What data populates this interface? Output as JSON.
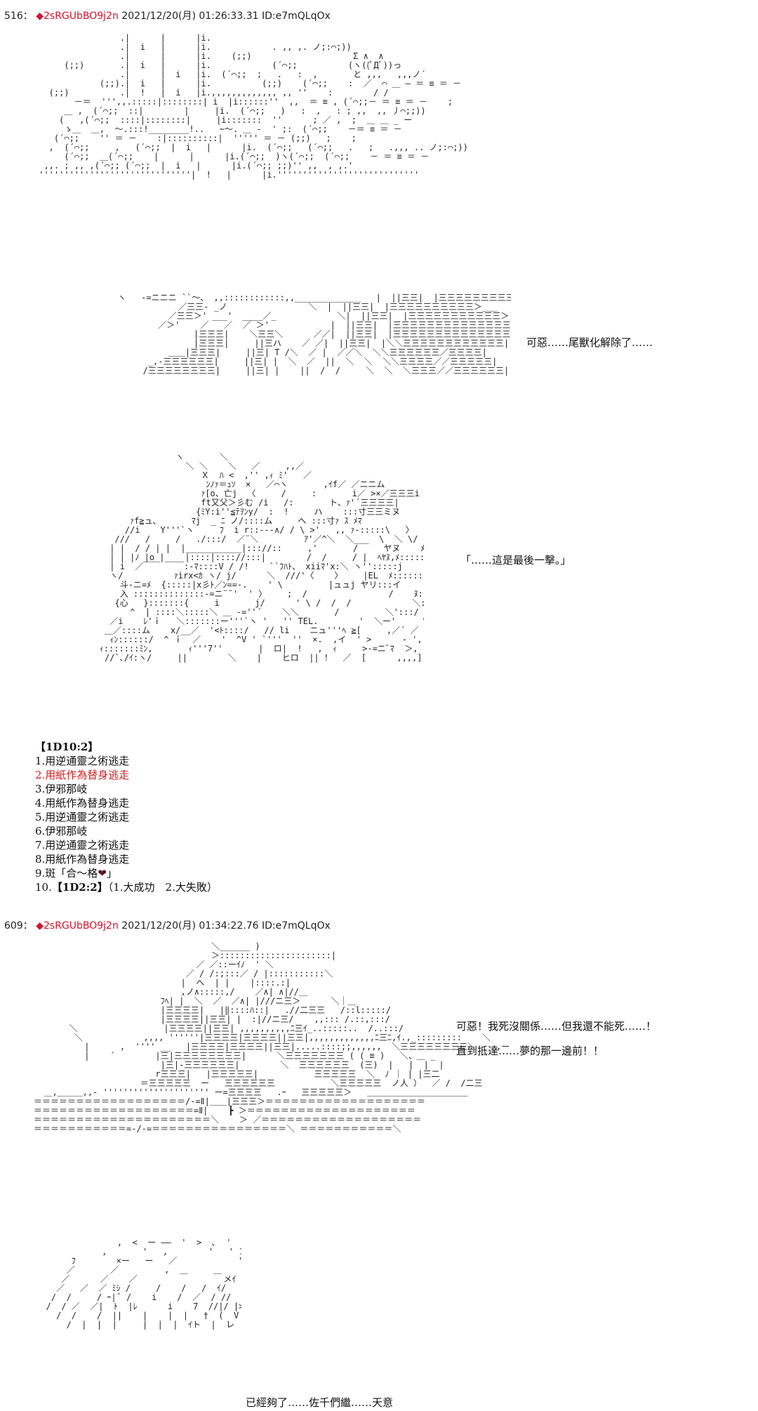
{
  "posts": [
    {
      "number": "516",
      "separator": "：",
      "diamond": "◆",
      "trip": "2sRGUbBO9j2n",
      "datetime": "2021/12/20(月) 01:26:33.31",
      "id": "ID:e7mQLqOx"
    },
    {
      "number": "609",
      "separator": "：",
      "diamond": "◆",
      "trip": "2sRGUbBO9j2n",
      "datetime": "2021/12/20(月) 01:34:22.76",
      "id": "ID:e7mQLqOx"
    }
  ],
  "dialogue": {
    "line1": "可惡……尾獸化解除了……",
    "line2": "「……這是最後一擊。」",
    "line3a": "可惡！我死沒關係……但我還不能死……！",
    "line3b": "直到抵達……夢的那一邊前！！",
    "line4": "已經夠了……佐千們繼……天意"
  },
  "choices": {
    "title": "【1D10:2】",
    "items": [
      "1.用逆通靈之術逃走",
      "2.用紙作為替身逃走",
      "3.伊邪那岐",
      "4.用紙作為替身逃走",
      "5.用逆通靈之術逃走",
      "6.伊邪那岐",
      "7.用逆通靈之術逃走",
      "8.用紙作為替身逃走",
      "9.斑「合～格",
      "10."
    ],
    "item9_tail": "」",
    "heart": "❤",
    "item10_dice": "【1D2:2】",
    "item10_tail": "（1.大成功　2.大失敗）"
  },
  "ascii": {
    "scene1": "                 .|      |      |i.\n                 .|  i   |      |i.            . ,, ,. ノ;:⌒;))\n                 .|      |      |i.    (;;)                    Σ ∧  ∧\n      (;;)       .|  i   |      |i.            (´⌒;;          (ヽ((ﾟДﾟ))っ\n                 .|      |  i   |i.  (´⌒;;  ;   .   :  ,       と ,,,   ,,,ノ´\n             (;;).|  i   |      |i.          (;;)    (´⌒;;    :  ／  ⌒ ＿ ― ＝ ≡ ＝ －\n   (;;)          .|  !   |  i   |i.,,,,,,,,,,,,, ,, ''    :        / /\n        －＝  ''',,.:::::|::::::::| i  |i::::::''  ,,  ＝ ≡ , (´⌒;;－ ＝ ≡ ＝ －    ;\n      ＿ ,  (´⌒;;  ::|        |     |i.  (´⌒;;   )   :  ,   : ; ,,  ,, 丿⌒;;))\n     (   ,(´⌒;;  ::::|::::::::|     |i:::::::  ''      ; ／ ,  ;  ＿ ＿ _ ー\n      ゝ＿  ＿,  ～.:::!________!..   ~～. ＿ ‐  ' ;:  (´⌒;;    －＝ ≡ ＝ －\n    (´⌒;;    '' ＝ －    :|::::::::::|  ''''' ＝ － (;;)   ;    ;\n   ,  (´⌒;;     ,   (´⌒;;  |  i   |      |i.  (´⌒;;   (´⌒;;   .   ;   .,,, .. ノ;:⌒;))\n      (´⌒;;  ＿(´⌒;;    |      |      |i.(´⌒;;  )ヽ(´⌒;;  (´⌒;;    － ＝ ≡ ＝ －\n  ,,. ; ,, ,(´⌒;; (´⌒;;  |  i   |      |i.(´⌒;; ;;)'' ,,  , ,.'\n ''''''''''''''''''''''''''''''|  !   |      |i.''''''''''''''''''''''''''''",
    "scene2": "           ヽ   ‐=ニニニ ``～、 ,,::::::::::::,,_____________   |  ||三三|  |三三三三三三三三三|\n                       ／三三‐ _ノ                ＼  |  ||三三|  |三三三三三三三三三三＞___\n                     ／三三＞' ___'  ____／_            ＼|  ||三三|  |三三三三三三三三三三三＞))___\n                   ／＞'    ／   ／  ／ ＞'            |  ||三三|  |三三三三三三三三三三三三三三|\n                          |三三三|    ＼三三＼      ／／|  ||三三|  |三三三三三三三三三三三三三三|\n                          |三三三|     ||三ハ    ／ ／|  ||三三|  |＼＼三三三三三三三三三三三三|\n                     ＿＿|三三三|     ||三| T /＼  ／ |  ／／＼  ＼＼三三三三三三／三三三三|\n                 _,-三三三三三三|     ||三| |  ＼  ／  ||  ＼  ＼  ＼＼三三三三／／三三三三三|\n                /三三三三三三三三|     ||三| |    ||  /  /     ＼  ＼  ＼三三三／／三三三三三三|",
    "scene3": "                       ヽ       ＼\n                         ＼ ＼    ＼   ／     ,,／\n                            Ｘ  ﾊ <  ,'' ,ｨ ﾐ'   ／\n                             ﾝﾉｧ＝ｭｿ  ×   ／⌒ヽ       ,ｲf／ ／ニニム\n                            ｧ[o、亡j  〈     /     :       i／ >×／三三三i\n                            ft又父＞彡む /i   /:       ト、ｧ'´三三三三|\n                           {ﾐY:i''≦ﾃｦﾝy/  :  !     ハ    :::寸三三ミヌ\n              ｧf≧ュ、      ﾏj  _ ﾆ ノ/::::ム     ヘ :::寸ｧ ｽ ﾒﾏ\n             //i    Y'''`ヽ     ﾌ  i r::---∧/ / \\ >'   ,, ｧ‐:::::\\   〉\n           ///   /     /   ./:::/  ／¨＼         ｱ'／^＼  ＼___  \\  ＼ \\/\n          | |  / / | |  |___________|::://::     ,'       /     ヤヌ    ﾒ:::::\\\n          | | |ﾉ |o |___ |::::|:::://:::|        /  /     / |  ﾍﾔﾇ,ﾒ:::::'`'::::'\n          | i  ／￣￣   ￣:‐ﾏ::::V / /!    ``ﾌﾊﾄ、 xiiﾏ'x:＼ ヽ'':::::j\n          ヽ/          ｧirx<ｶ ヽ/ j/      ＼  ///'〈    〉    |EL  ﾒ::::::レ:::::\n            斗‐ニ=ﾒ  {:::::|x彡ﾄ／ﾝ==‐.    ' \\         |ュュj ヤリ:::イ\n            入 ::::::::::::::‐=ニ¨¨'  ' 〉    ;  /                /    ﾇ::::::|\n           {心   }:::::::{     i       j/      ' \\ /  /  /            ＼::::ﾘ\n              ^  | ::::＼:::::＼ ＿ -=''´    ＼＼       /         ＼':::/\n          ／i    ﾚ'ｉ   ＼:::::::ー'''`ヽ '   '' TEL.        '  ＼ー'     ' ､'i'ヾﾇ\n         ＿／::::ム    x/__／  '<ﾄ::::/   // li    ニュ'''ﾍ ≧[     ,／´ ／    /\n          ｨﾝ::::::/  ^ ｉ  ／    '  ^V ' `'''  ''  ×.  ,イ  ' >      ‐ ',           ,/^ヽ\n        ｨ:::::::ﾐﾝ,       ｨ'''7''       |  ロ|  !   ,  ｨ     >‐=ニﾞﾏ  ＞,  ＼\n         //`､/ｲ:ヽ/     ||        ＼    |    ヒロ  || ！  ／  [      ,,,,] ト、  マニニム   ＼  ＼",
    "scene4": "                                   ＼______ )\n                                   ＞::::::::::::::::::::::|\n                                ／ ／::ーｲﾉ  ' ＼\n                              ／ / /:;:::／ / |:::::::::::＼\n                             |  ヘ  | |    |::::.:|\n                             ,ノ∧:::::,/    ／∧| ∧|//＿\n                         ﾌﾍ| |  ＼  ／  ／∧| |///ニ三＞      ＼｜＿\n                         |三三三三|   |‖::::ﾊ::|   .//二三三   /::l:::::/\n                         |三三三三||三三| |  :|//ニ三/    ,,::: /.::,:::/\n       ＼                 |三三三三||三三| ,,,,,,,,,,ﾆ三ｲ_..:::::..  /..:::/\n        ＼            ,,,, ''''''|三三三三|三三三三||三三|,,,,,,,,,,,,,ﾆ三ﾆ,ｲ.,_:::::::::    ＼             ／\n          |      ,  '''' __   |三三三三|三三三三||三三|.....::::;;,,,,,,  ＼三三三三三三三三＼    ,ー ''\n          |    ´        |三|三三三三三三三三|      ＼三三三三三三三 ( ( ≡ )   ＼、＿ _\n                         |三|‐三三三三三三|        ＼  三三三三三三  (三)  |   |  |  |\n                        r三三三|   |三三三三三|           三三三三三  ＼  ﾉ ｜ | |三二\n                     ＝三三三三三  ー   三三三三三三           ＼三三三三三  ノ人 ）  ／ /  /二三\n  ＿,＿＿＿,,‐ ''''''''''''''''''''' ー=三三三三   .ｰ   三三三三三＞   ＿＿＿＿＿＿＿＿＿＿＿＿\n＝＝＝＝＝＝＝＝＝＝＝＝＝＝＝＝＝＝/-=Ⅱ|＿＿|三三三＞＝＝＝＝＝＝＝＝＝＝＝＝＝＝＝＝＝＝＝\n＝＝＝＝＝＝＝＝＝＝＝＝＝＝＝＝＝＝＝=Ⅱ|    ┣ ＞＝＝＝＝＝＝＝＝＝＝＝＝＝＝＝＝＝＝＝＝\n＝＝＝＝＝＝＝＝＝＝＝＝＝＝＝＝＝＝＝＝＝＼    ＞ ／＝＝＝＝＝＝＝＝＝＝＝＝＝＝＝＝＝＝＝\n＝＝＝＝＝＝＝＝＝＝＝=-/-=＝＝＝＝＝＝＝＝＝＝＝＝＝＝＝＝＼ ＝＝＝＝＝＝＝＝＝＝＝＼",
    "scene5": "                 ,  <  ー ――  '  >  ､  '   '\n              ,       '   ,        '   ' ＞   ､\n        ﾌ        ×ー   ー   ／            ' ｱ\n       ／       ／         ,  ＿     ＿      ﾉ\n      ／      ／    ／                 メｲ\n     ／   ／  ／ ﾐｼ /     /    /   /  ｲ/\n    /  /     / ｰ|¯ /    i    /  ／  / //\n   /  / ／  ／|  ﾄ  |ﾚ      i    7  //|/ |>/ﾉ/ﾉ\n     /  /    /  ||    |    |  |   †  (  V\n       /  |  |  |     |  |  |  ｲト  |  レ"
  }
}
